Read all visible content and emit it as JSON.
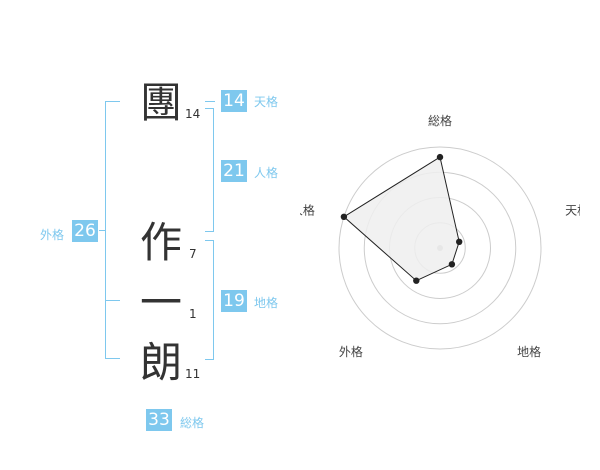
{
  "name_chars": [
    {
      "char": "團",
      "strokes": "14"
    },
    {
      "char": "作",
      "strokes": "7"
    },
    {
      "char": "一",
      "strokes": "1"
    },
    {
      "char": "朗",
      "strokes": "11"
    }
  ],
  "scores": {
    "tenkaku": {
      "value": "14",
      "label": "天格"
    },
    "jinkaku": {
      "value": "21",
      "label": "人格"
    },
    "chikaku": {
      "value": "19",
      "label": "地格"
    },
    "gaikaku": {
      "value": "26",
      "label": "外格"
    },
    "soukaku": {
      "value": "33",
      "label": "総格"
    }
  },
  "chart_data": {
    "type": "radar",
    "axes": [
      "総格",
      "天格",
      "地格",
      "外格",
      "人格"
    ],
    "values": [
      0.9,
      0.2,
      0.2,
      0.4,
      1.0
    ],
    "rings": 4,
    "colors": {
      "fill": "#eeeeee",
      "line": "#222222",
      "grid": "#cccccc",
      "center": "#bbbbbb"
    }
  },
  "colors": {
    "accent": "#7ec8ee"
  }
}
